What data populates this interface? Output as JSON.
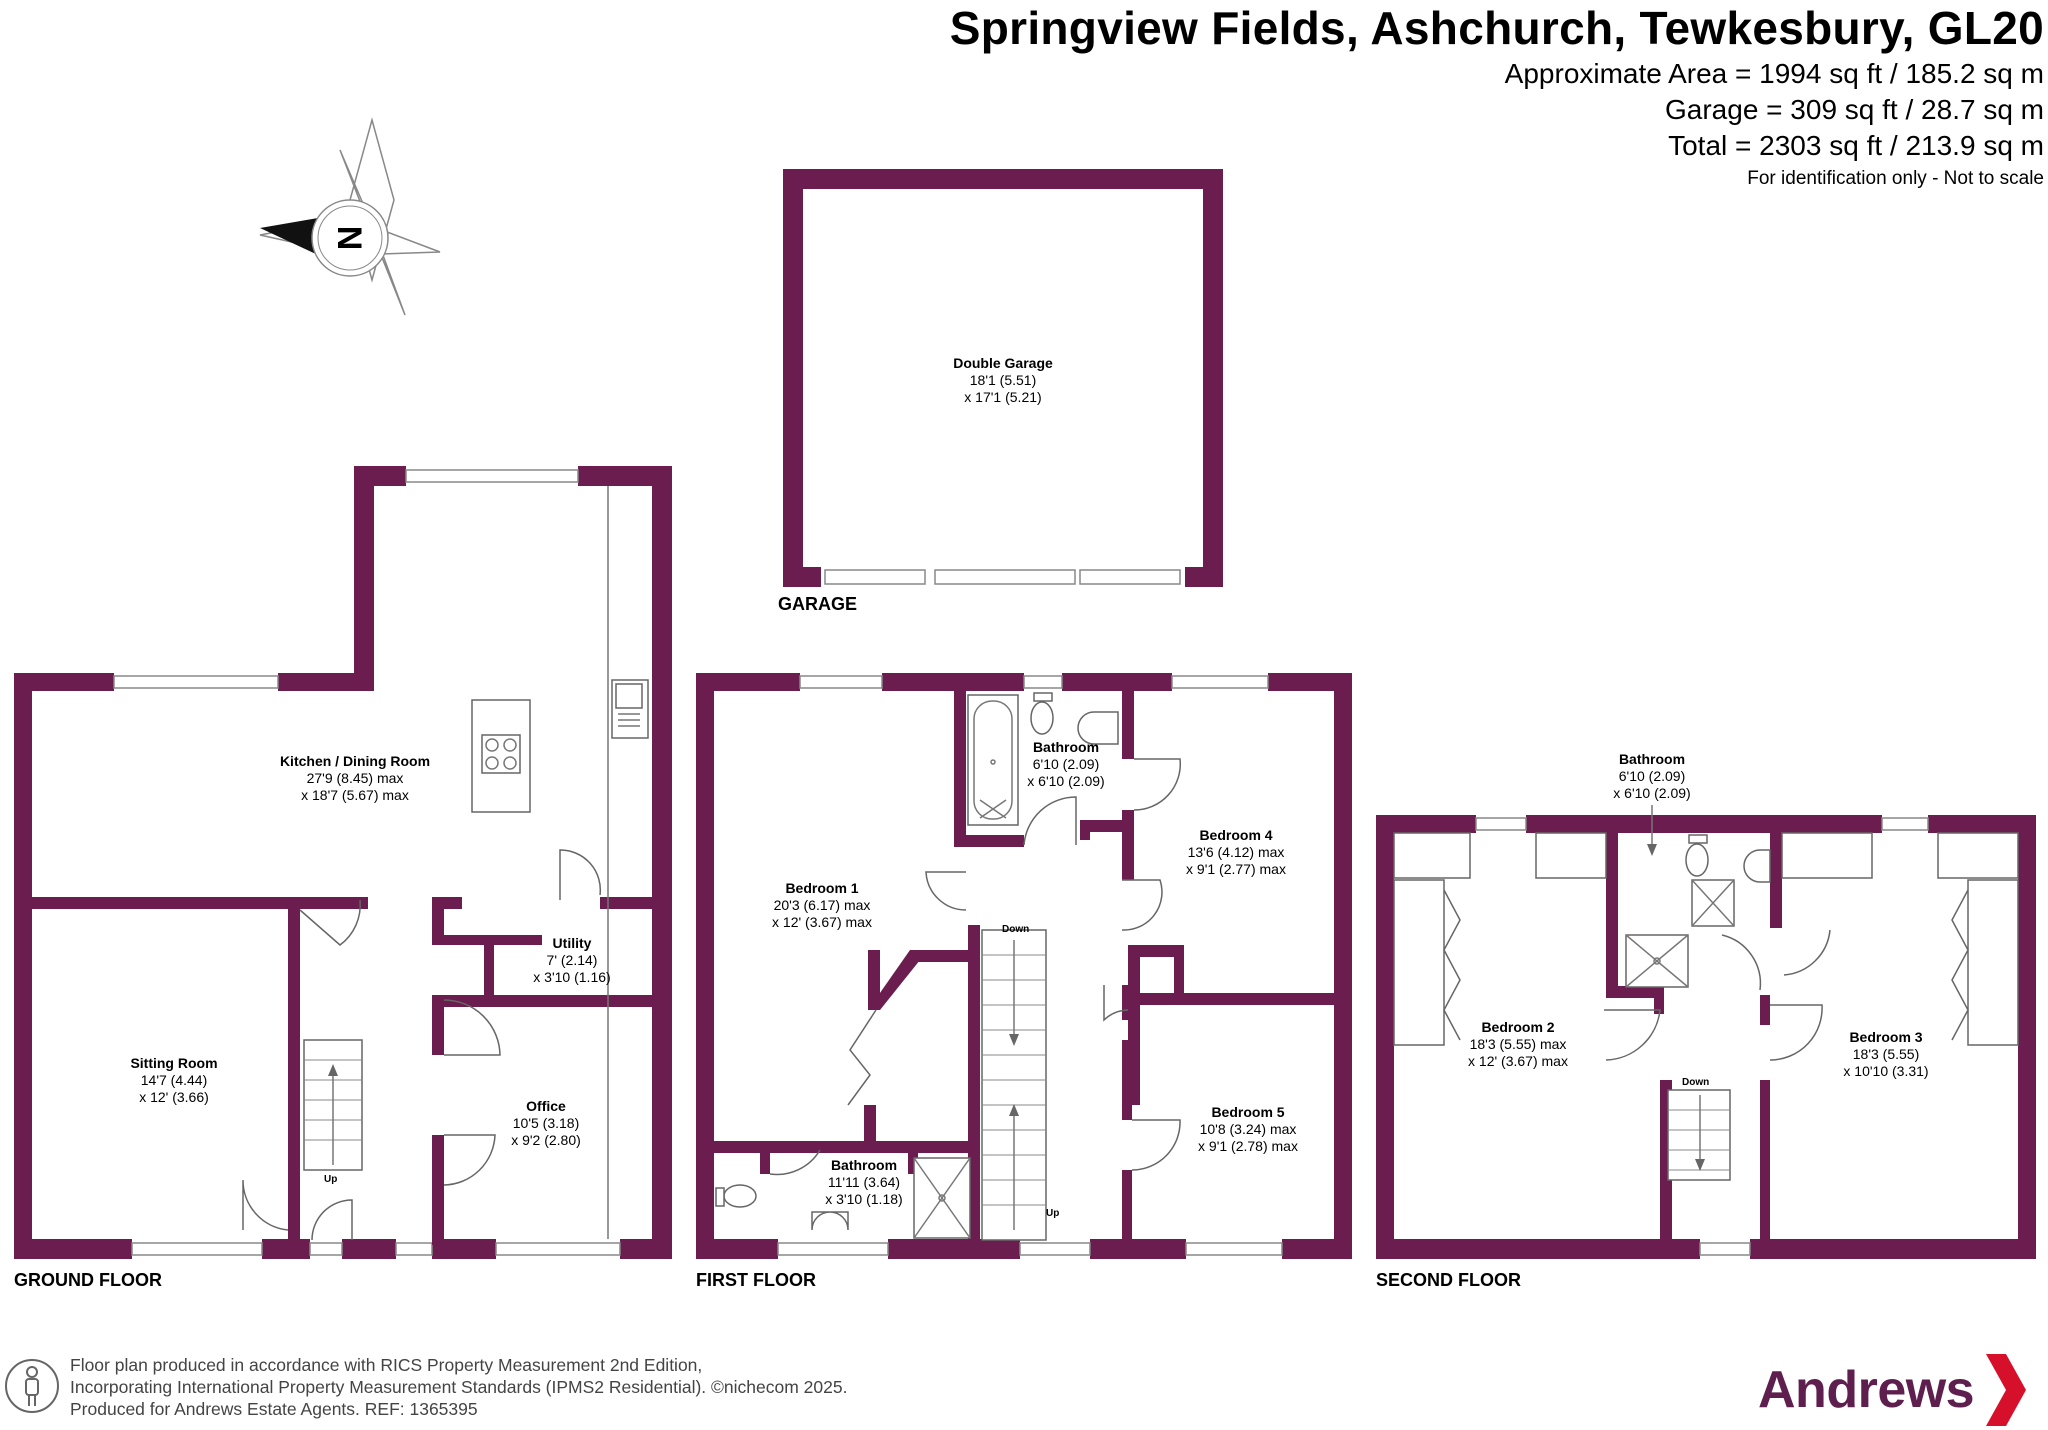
{
  "header": {
    "title": "Springview Fields, Ashchurch, Tewkesbury, GL20",
    "area": "Approximate Area = 1994 sq ft / 185.2 sq m",
    "garage": "Garage = 309 sq ft / 28.7 sq m",
    "total": "Total = 2303 sq ft / 213.9 sq m",
    "note": "For identification only - Not to scale"
  },
  "compass": {
    "label": "N"
  },
  "floors": {
    "ground": "GROUND FLOOR",
    "first": "FIRST FLOOR",
    "second": "SECOND FLOOR",
    "garage": "GARAGE"
  },
  "rooms": {
    "garage": {
      "name": "Double Garage",
      "dim1": "18'1 (5.51)",
      "dim2": "x 17'1 (5.21)"
    },
    "kitchen": {
      "name": "Kitchen / Dining Room",
      "dim1": "27'9 (8.45) max",
      "dim2": "x 18'7 (5.67) max"
    },
    "utility": {
      "name": "Utility",
      "dim1": "7' (2.14)",
      "dim2": "x 3'10 (1.16)"
    },
    "sitting": {
      "name": "Sitting Room",
      "dim1": "14'7 (4.44)",
      "dim2": "x 12' (3.66)"
    },
    "office": {
      "name": "Office",
      "dim1": "10'5 (3.18)",
      "dim2": "x 9'2 (2.80)"
    },
    "bedroom1": {
      "name": "Bedroom 1",
      "dim1": "20'3 (6.17) max",
      "dim2": "x 12' (3.67) max"
    },
    "bath1": {
      "name": "Bathroom",
      "dim1": "6'10 (2.09)",
      "dim2": "x 6'10 (2.09)"
    },
    "bath2": {
      "name": "Bathroom",
      "dim1": "11'11 (3.64)",
      "dim2": "x 3'10 (1.18)"
    },
    "bedroom4": {
      "name": "Bedroom 4",
      "dim1": "13'6 (4.12) max",
      "dim2": "x 9'1 (2.77) max"
    },
    "bedroom5": {
      "name": "Bedroom 5",
      "dim1": "10'8 (3.24) max",
      "dim2": "x 9'1 (2.78) max"
    },
    "bath3": {
      "name": "Bathroom",
      "dim1": "6'10 (2.09)",
      "dim2": "x 6'10 (2.09)"
    },
    "bedroom2": {
      "name": "Bedroom 2",
      "dim1": "18'3 (5.55) max",
      "dim2": "x 12' (3.67) max"
    },
    "bedroom3": {
      "name": "Bedroom 3",
      "dim1": "18'3 (5.55)",
      "dim2": "x 10'10 (3.31)"
    }
  },
  "stairs": {
    "up": "Up",
    "down": "Down"
  },
  "footer": {
    "line1": "Floor plan produced in accordance with RICS Property Measurement 2nd Edition,",
    "line2": "Incorporating International Property Measurement Standards (IPMS2 Residential).   ©nichecom 2025.",
    "line3": "Produced for Andrews Estate Agents.   REF: 1365395"
  },
  "brand": {
    "name": "Andrews"
  },
  "colors": {
    "wall": "#6b1d4f",
    "brand": "#5f1f4e",
    "brand_arrow": "#d6102b"
  }
}
